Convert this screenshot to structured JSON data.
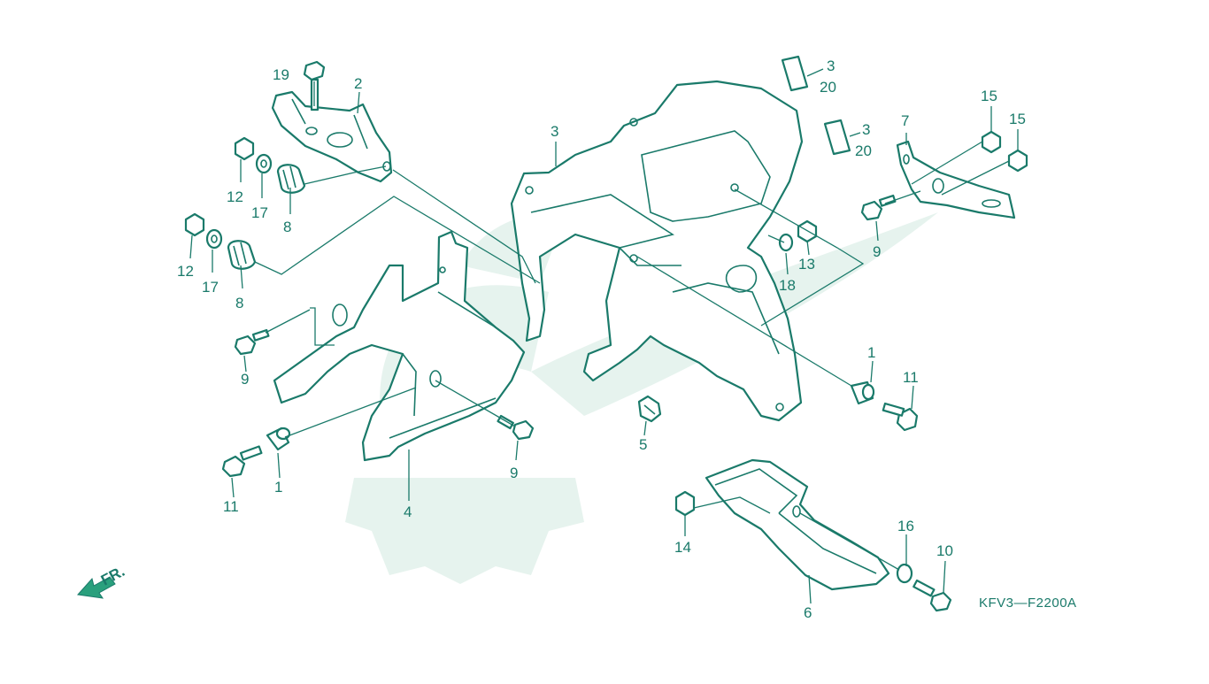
{
  "diagram": {
    "part_code": "KFV3—F2200A",
    "front_indicator": "FR.",
    "colors": {
      "line": "#1a7a6a",
      "watermark": "#e6f3ee",
      "background": "#ffffff"
    },
    "labels": [
      "19",
      "2",
      "12",
      "17",
      "8",
      "12",
      "17",
      "8",
      "9",
      "3",
      "3",
      "20",
      "3",
      "20",
      "7",
      "15",
      "15",
      "9",
      "13",
      "18",
      "1",
      "11",
      "5",
      "9",
      "1",
      "11",
      "4",
      "14",
      "16",
      "10",
      "6"
    ]
  }
}
